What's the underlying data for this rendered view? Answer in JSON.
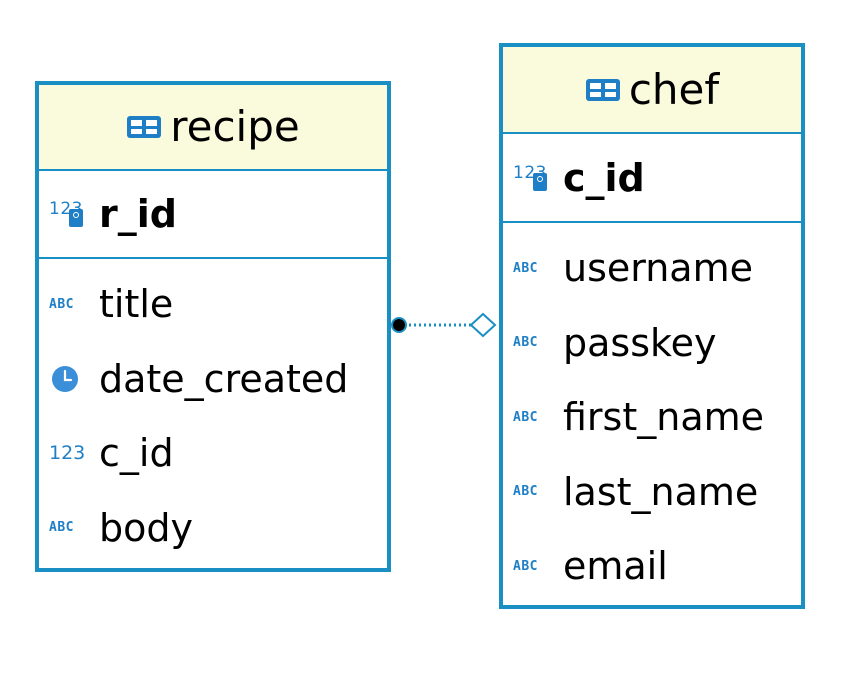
{
  "diagram": {
    "entities": [
      {
        "id": "recipe",
        "name": "recipe",
        "key": {
          "name": "r_id",
          "type_icon": "numeric-key-icon",
          "type_label": "123"
        },
        "attributes": [
          {
            "name": "title",
            "type_icon": "text-type-icon",
            "type_label": "ABC"
          },
          {
            "name": "date_created",
            "type_icon": "clock-icon",
            "type_label": ""
          },
          {
            "name": "c_id",
            "type_icon": "numeric-type-icon",
            "type_label": "123"
          },
          {
            "name": "body",
            "type_icon": "text-type-icon",
            "type_label": "ABC"
          }
        ]
      },
      {
        "id": "chef",
        "name": "chef",
        "key": {
          "name": "c_id",
          "type_icon": "numeric-key-icon",
          "type_label": "123"
        },
        "attributes": [
          {
            "name": "username",
            "type_icon": "text-type-icon",
            "type_label": "ABC"
          },
          {
            "name": "passkey",
            "type_icon": "text-type-icon",
            "type_label": "ABC"
          },
          {
            "name": "first_name",
            "type_icon": "text-type-icon",
            "type_label": "ABC"
          },
          {
            "name": "last_name",
            "type_icon": "text-type-icon",
            "type_label": "ABC"
          },
          {
            "name": "email",
            "type_icon": "text-type-icon",
            "type_label": "ABC"
          }
        ]
      }
    ],
    "relationships": [
      {
        "from": "recipe",
        "to": "chef",
        "from_end": "filled-circle",
        "to_end": "hollow-diamond",
        "line_style": "dotted"
      }
    ],
    "colors": {
      "border": "#1a8fc4",
      "header_fill": "#fafadc",
      "icon": "#1e7fc6"
    }
  }
}
